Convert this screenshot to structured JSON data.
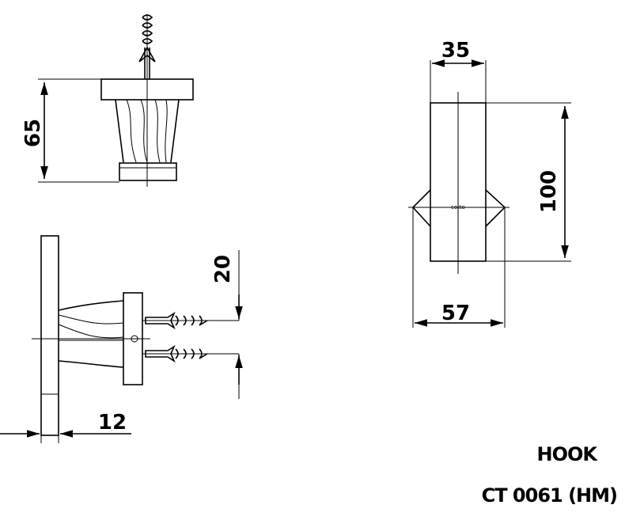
{
  "drawing": {
    "dimensions": {
      "top_view_height": "65",
      "side_screw_spacing": "20",
      "side_thickness": "12",
      "front_width": "35",
      "front_height": "100",
      "front_base_width": "57"
    },
    "logo_text": "cotto"
  },
  "title_block": {
    "product_name": "HOOK",
    "product_code": "CT 0061 (HM)"
  }
}
